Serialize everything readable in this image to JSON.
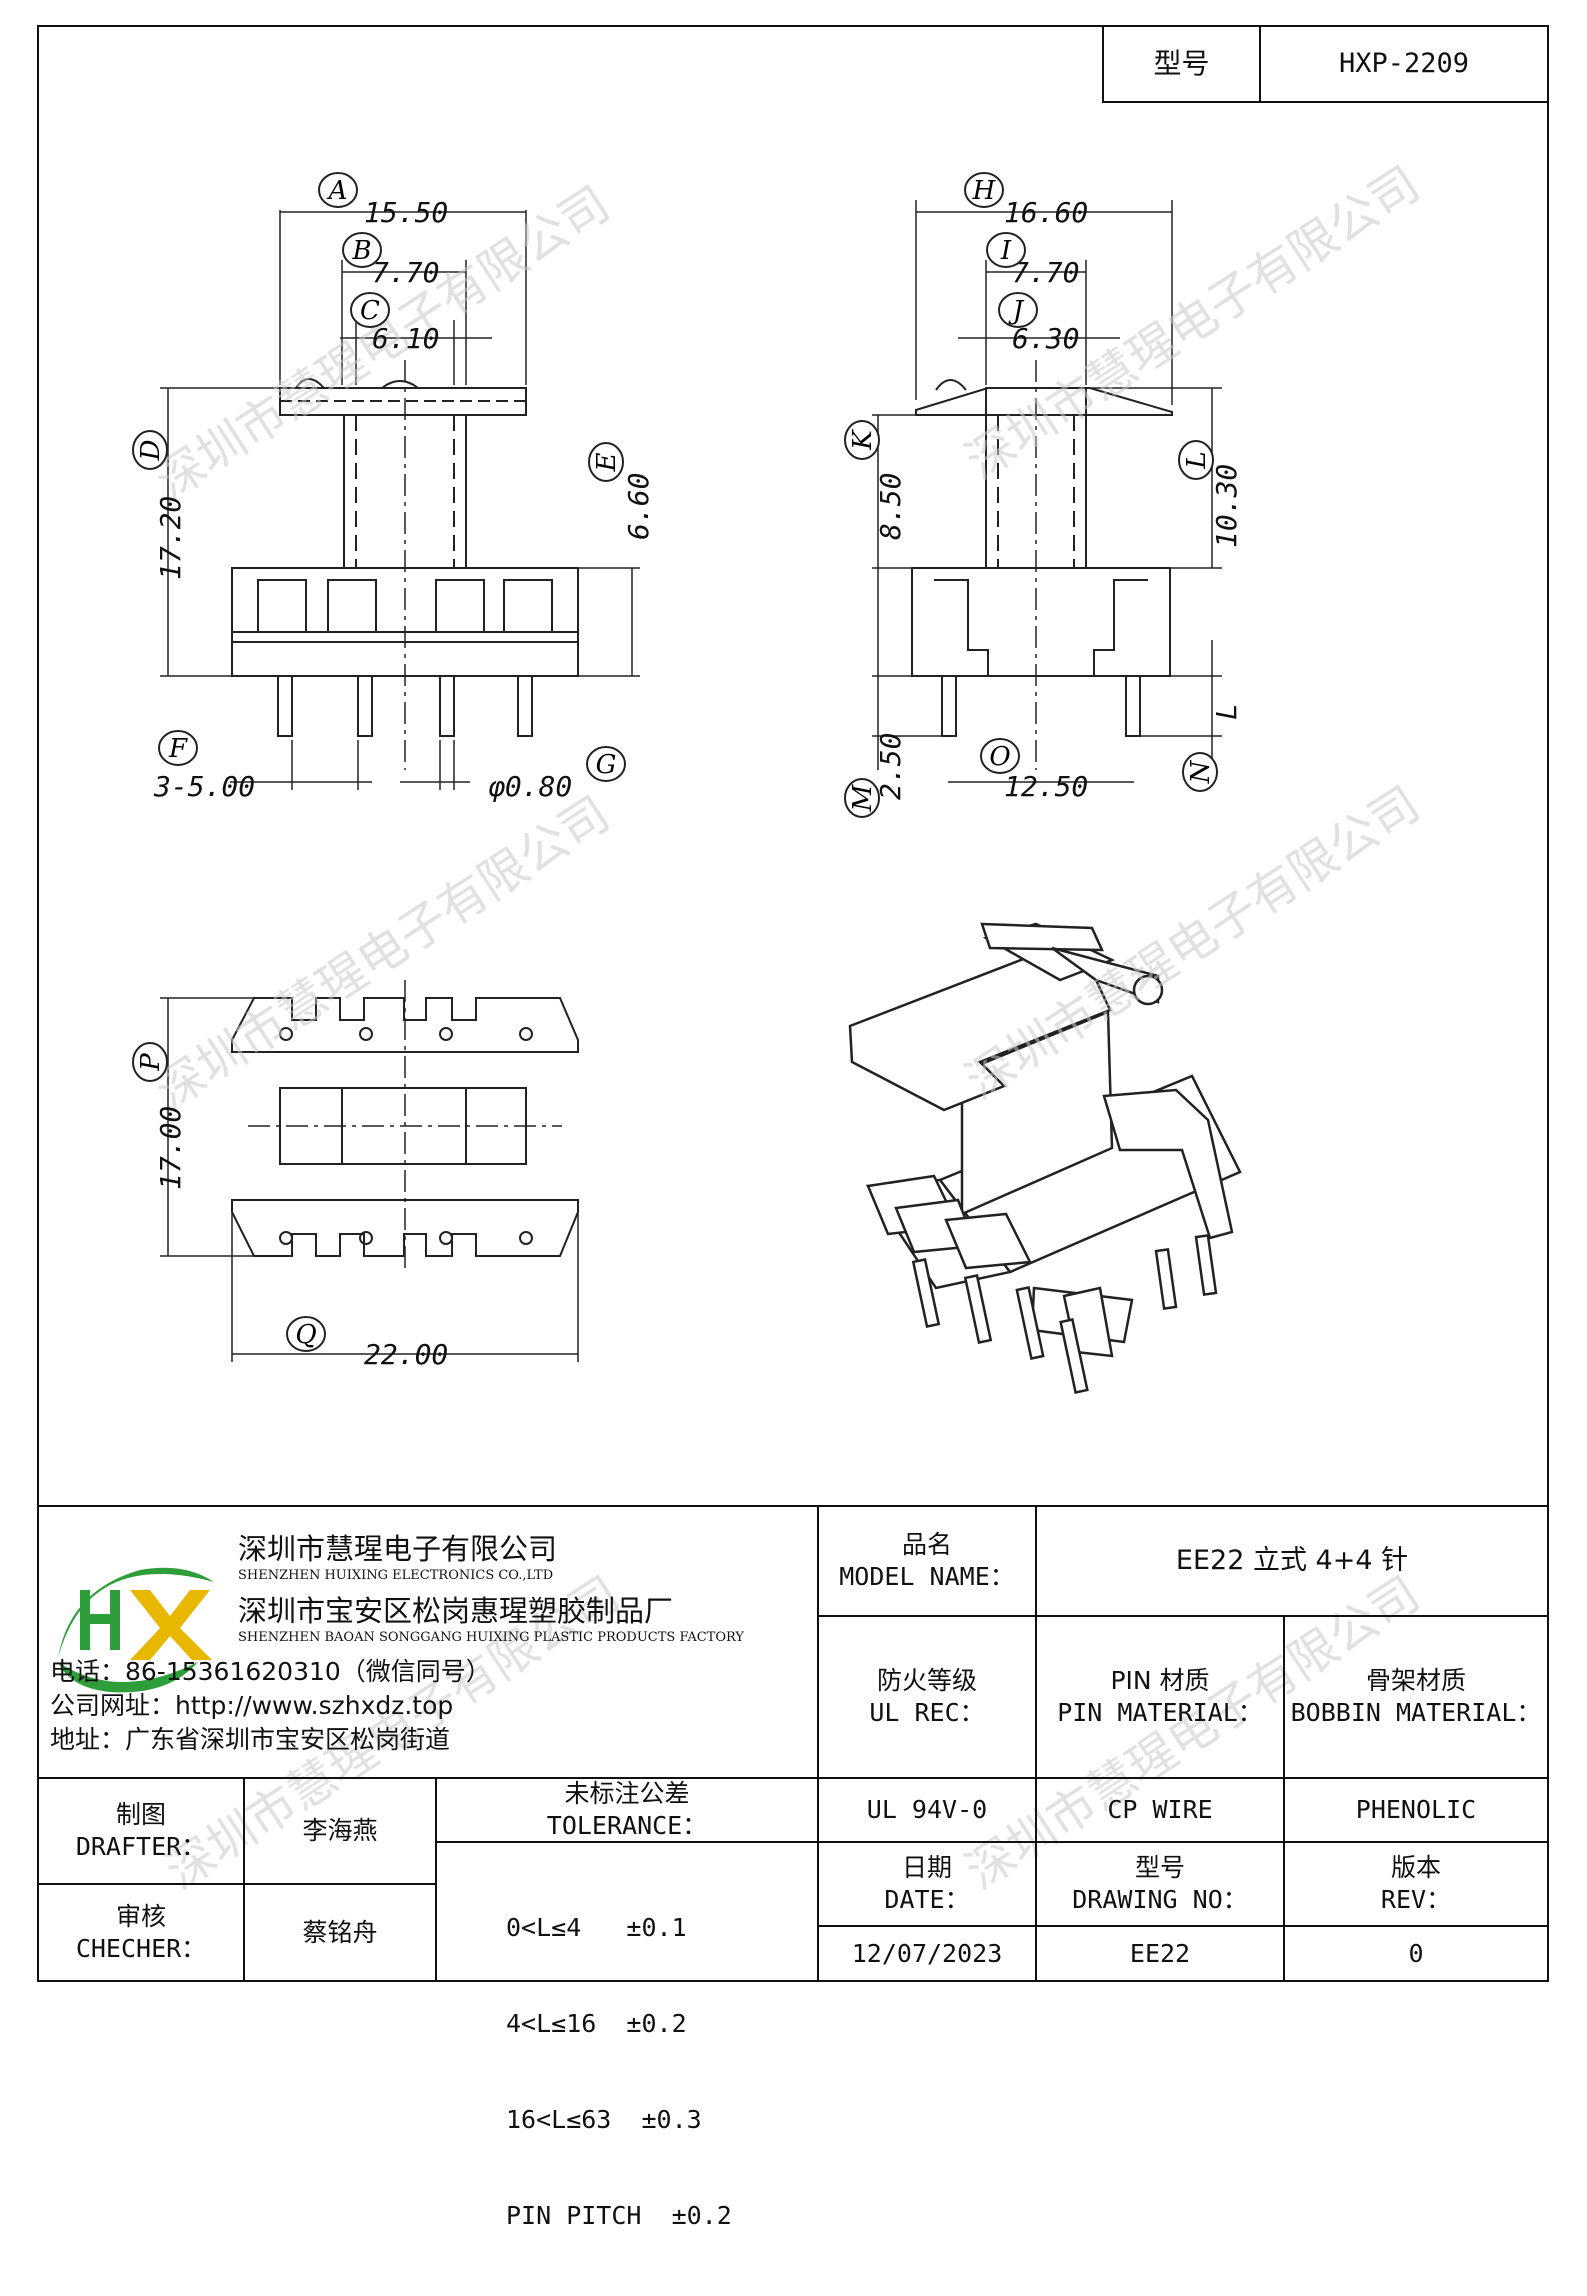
{
  "header": {
    "model_label": "型号",
    "model_value": "HXP-2209"
  },
  "dimensions": {
    "front": {
      "A": "15.50",
      "B": "7.70",
      "C": "6.10",
      "D": "17.20",
      "E": "6.60",
      "F": "3-5.00",
      "G": "φ0.80"
    },
    "side": {
      "H": "16.60",
      "I": "7.70",
      "J": "6.30",
      "K": "8.50",
      "L_top": "10.30",
      "L_bottom": "L",
      "M": "2.50",
      "O": "12.50"
    },
    "bottom": {
      "P": "17.00",
      "Q": "22.00"
    }
  },
  "callouts": [
    "A",
    "B",
    "C",
    "D",
    "E",
    "F",
    "G",
    "H",
    "I",
    "J",
    "K",
    "L",
    "M",
    "N",
    "O",
    "P",
    "Q"
  ],
  "watermark": "深圳市慧瑆电子有限公司",
  "company": {
    "logo_text": "HX",
    "name_cn": "深圳市慧瑆电子有限公司",
    "name_en": "SHENZHEN HUIXING ELECTRONICS CO.,LTD",
    "factory_cn": "深圳市宝安区松岗惠瑆塑胶制品厂",
    "factory_en": "SHENZHEN BAOAN SONGGANG HUIXING PLASTIC PRODUCTS FACTORY",
    "phone": "电话：86-15361620310（微信同号）",
    "website": "公司网址：http://www.szhxdz.top",
    "address": "地址：广东省深圳市宝安区松岗街道"
  },
  "title_block": {
    "model_name_cn": "品名",
    "model_name_en": "MODEL NAME：",
    "model_name_value": "EE22 立式 4+4 针",
    "fire_cn": "防火等级",
    "fire_en": "UL REC：",
    "pin_cn": "PIN 材质",
    "pin_en": "PIN MATERIAL：",
    "bobbin_cn": "骨架材质",
    "bobbin_en": "BOBBIN MATERIAL：",
    "fire_value": "UL 94V-0",
    "pin_value": "CP WIRE",
    "bobbin_value": "PHENOLIC",
    "drafter_cn": "制图",
    "drafter_en": "DRAFTER：",
    "drafter_value": "李海燕",
    "checker_cn": "审核",
    "checker_en": "CHECHER：",
    "checker_value": "蔡铭舟",
    "tolerance_cn": "未标注公差",
    "tolerance_en": "TOLERANCE：",
    "tolerances": [
      "0<L≤4   ±0.1",
      "4<L≤16  ±0.2",
      "16<L≤63  ±0.3",
      "PIN PITCH  ±0.2"
    ],
    "date_cn": "日期",
    "date_en": "DATE：",
    "date_value": "12/07/2023",
    "drawing_cn": "型号",
    "drawing_en": "DRAWING NO：",
    "drawing_value": "EE22",
    "rev_cn": "版本",
    "rev_en": "REV：",
    "rev_value": "0"
  },
  "colors": {
    "logo_green": "#2e9e3a",
    "logo_yellow": "#e8b800",
    "line": "#111111"
  }
}
